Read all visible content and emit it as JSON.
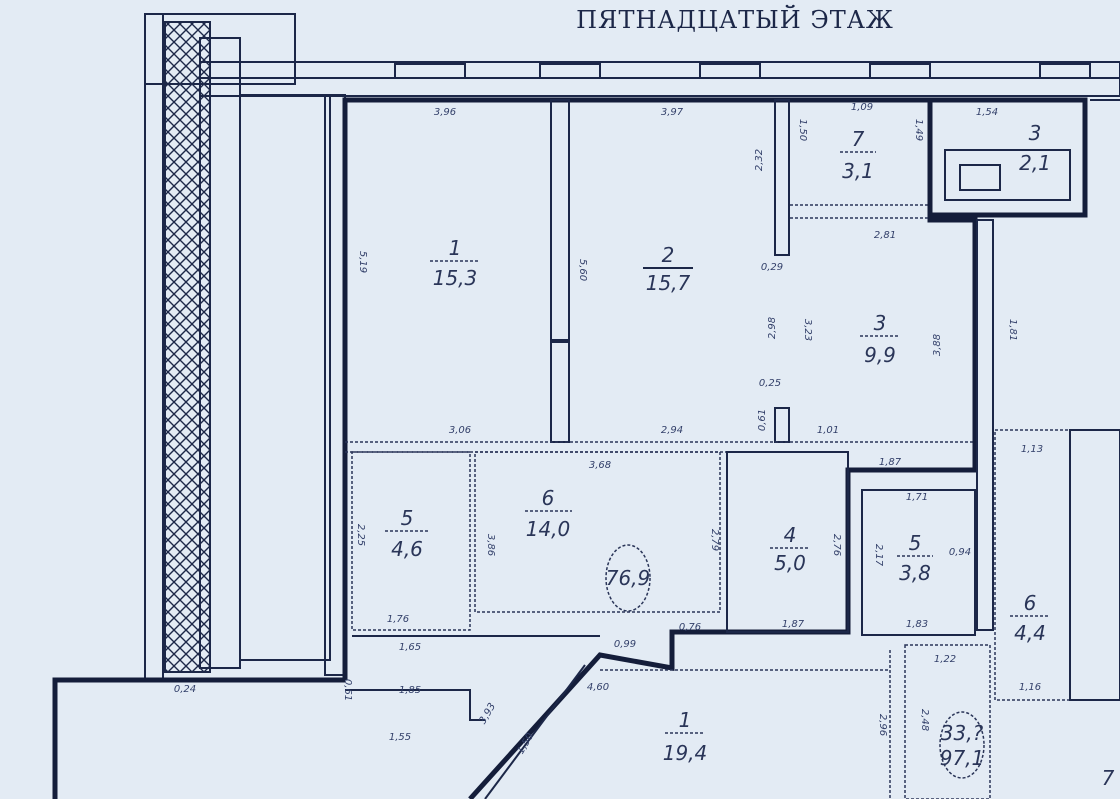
{
  "title": "ПЯТНАДЦАТЫЙ ЭТАЖ",
  "apartments": [
    {
      "total_area": "76,9",
      "rooms": [
        {
          "number": "1",
          "area": "15,3"
        },
        {
          "number": "2",
          "area": "15,7"
        },
        {
          "number": "3",
          "area": "9,9"
        },
        {
          "number": "4",
          "area": "5,0"
        },
        {
          "number": "5",
          "area": "4,6"
        },
        {
          "number": "6",
          "area": "14,0"
        },
        {
          "number": "7",
          "area": "3,1"
        }
      ]
    },
    {
      "total_top": "33,?",
      "total_area": "97,1",
      "rooms": [
        {
          "number": "1",
          "area": "19,4"
        },
        {
          "number": "5",
          "area": "3,8"
        },
        {
          "number": "6",
          "area": "4,4"
        },
        {
          "number": "7",
          "area": ""
        }
      ]
    }
  ],
  "bathroom": {
    "number": "3",
    "area": "2,1"
  },
  "dimensions": [
    "3,96",
    "3,97",
    "1,09",
    "1,54",
    "5,19",
    "5,60",
    "2,32",
    "1,50",
    "1,49",
    "2,81",
    "0,29",
    "2,98",
    "3,23",
    "3,88",
    "1,81",
    "0,25",
    "0,61",
    "3,06",
    "2,94",
    "1,01",
    "3,68",
    "1,87",
    "1,13",
    "2,25",
    "3,86",
    "2,79",
    "2,76",
    "1,71",
    "2,17",
    "0,94",
    "1,76",
    "1,87",
    "1,83",
    "0,99",
    "0,76",
    "1,22",
    "1,16",
    "1,65",
    "1,85",
    "1,55",
    "0,61",
    "4,60",
    "2,96",
    "2,48",
    "1,50",
    "0,24",
    "3,93"
  ]
}
